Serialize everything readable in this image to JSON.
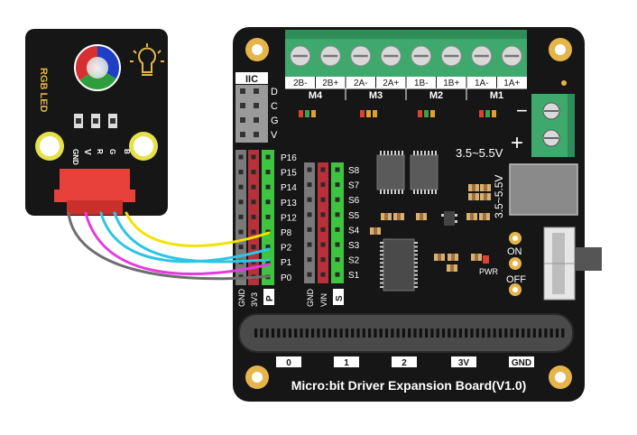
{
  "module": {
    "title": "RGB LED",
    "pins": [
      "GND",
      "V",
      "R",
      "G",
      "B"
    ]
  },
  "board": {
    "title": "Micro:bit Driver Expansion Board(V1.0)",
    "motor_pins": [
      "2B-",
      "2B+",
      "2A-",
      "2A+",
      "1B-",
      "1B+",
      "1A-",
      "1A+"
    ],
    "motor_labels": [
      "M4",
      "M3",
      "M2",
      "M1"
    ],
    "iic_title": "IIC",
    "iic_pins": [
      "D",
      "C",
      "G",
      "V"
    ],
    "p_pins": [
      "P16",
      "P15",
      "P14",
      "P13",
      "P12",
      "P8",
      "P2",
      "P1",
      "P0"
    ],
    "s_pins": [
      "S8",
      "S7",
      "S6",
      "S5",
      "S4",
      "S3",
      "S2",
      "S1"
    ],
    "left_bottom_labels": [
      "GND",
      "3V3",
      "P"
    ],
    "mid_bottom_labels": [
      "GND",
      "VIN",
      "S"
    ],
    "power_minus": "−",
    "power_plus": "+",
    "voltage_horizontal": "3.5~5.5V",
    "voltage_vertical": "3.5~5.5V",
    "switch_on": "ON",
    "switch_off": "OFF",
    "pwr_label": "PWR",
    "edge_pins": [
      "0",
      "1",
      "2",
      "3V",
      "GND"
    ]
  },
  "colors": {
    "board": "#161616",
    "terminal_green": "#3fa86d",
    "header_green": "#3ec43e",
    "header_red": "#b8303a",
    "header_gray": "#808080",
    "wire_gray": "#6e6e6e",
    "wire_magenta": "#e43be0",
    "wire_cyan": "#2cc6e4",
    "wire_yellow": "#f2e300",
    "connector_red": "#e8403a",
    "gold": "#e6b54a"
  }
}
